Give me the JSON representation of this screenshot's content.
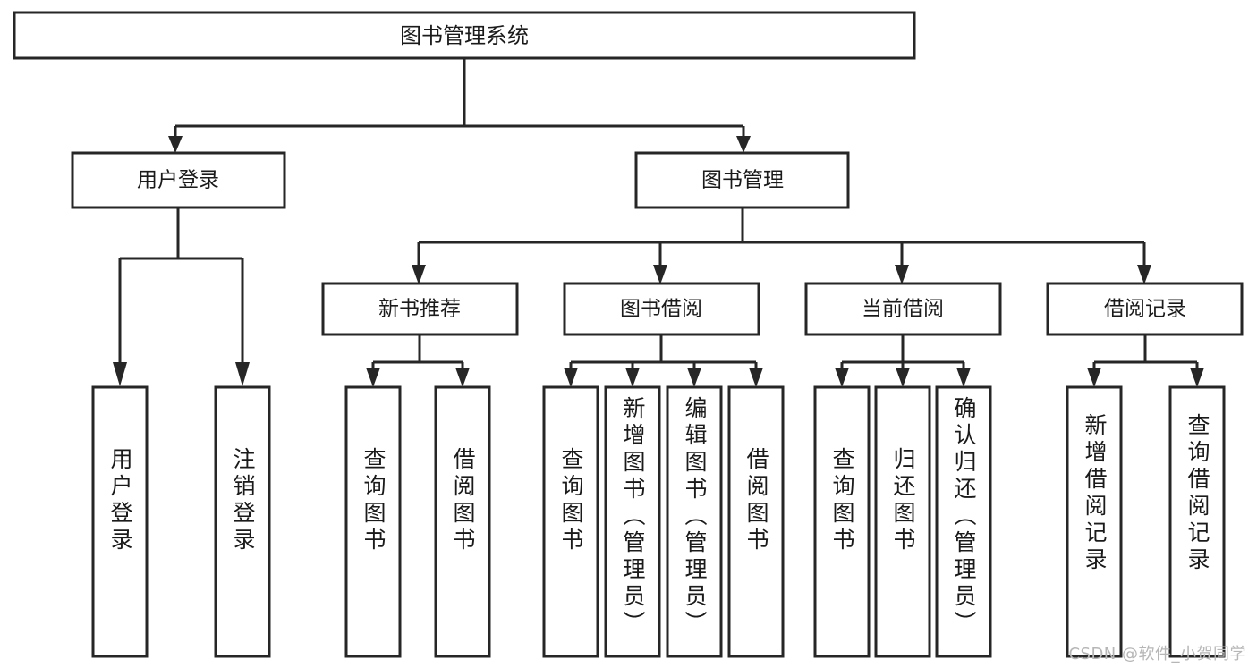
{
  "diagram": {
    "type": "tree-hierarchy",
    "title": "图书管理系统",
    "root": {
      "id": "root",
      "label": "图书管理系统"
    },
    "level2": [
      {
        "id": "user-login",
        "label": "用户登录"
      },
      {
        "id": "book-manage",
        "label": "图书管理"
      }
    ],
    "level3": [
      {
        "id": "new-book-rec",
        "label": "新书推荐",
        "parent": "book-manage"
      },
      {
        "id": "book-borrow",
        "label": "图书借阅",
        "parent": "book-manage"
      },
      {
        "id": "current-borrow",
        "label": "当前借阅",
        "parent": "book-manage"
      },
      {
        "id": "borrow-record",
        "label": "借阅记录",
        "parent": "book-manage"
      }
    ],
    "leaves": [
      {
        "id": "leaf-user-login",
        "label": "用户登录",
        "parent": "user-login"
      },
      {
        "id": "leaf-user-logout",
        "label": "注销登录",
        "parent": "user-login"
      },
      {
        "id": "leaf-query-book-1",
        "label": "查询图书",
        "parent": "new-book-rec"
      },
      {
        "id": "leaf-borrow-book-1",
        "label": "借阅图书",
        "parent": "new-book-rec"
      },
      {
        "id": "leaf-query-book-2",
        "label": "查询图书",
        "parent": "book-borrow"
      },
      {
        "id": "leaf-add-book",
        "label": "新增图书（管理员）",
        "parent": "book-borrow"
      },
      {
        "id": "leaf-edit-book",
        "label": "编辑图书（管理员）",
        "parent": "book-borrow"
      },
      {
        "id": "leaf-borrow-book-2",
        "label": "借阅图书",
        "parent": "book-borrow"
      },
      {
        "id": "leaf-query-book-3",
        "label": "查询图书",
        "parent": "current-borrow"
      },
      {
        "id": "leaf-return-book",
        "label": "归还图书",
        "parent": "current-borrow"
      },
      {
        "id": "leaf-confirm-return",
        "label": "确认归还（管理员）",
        "parent": "current-borrow"
      },
      {
        "id": "leaf-add-record",
        "label": "新增借阅记录",
        "parent": "borrow-record"
      },
      {
        "id": "leaf-query-record",
        "label": "查询借阅记录",
        "parent": "borrow-record"
      }
    ]
  },
  "watermark": {
    "text": "CSDN @软件_小贺同学"
  },
  "colors": {
    "stroke": "#262626",
    "fill": "#ffffff",
    "text": "#1a1a1a",
    "watermark": "#b6b6b6"
  }
}
